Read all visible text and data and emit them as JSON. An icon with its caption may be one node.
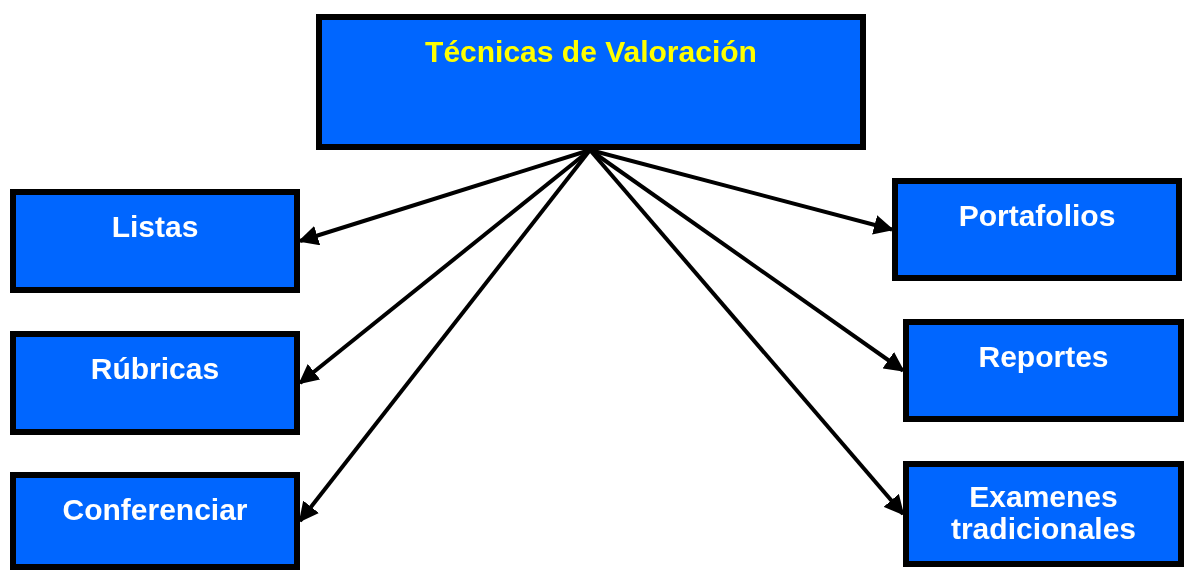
{
  "diagram": {
    "nodes": [
      {
        "text": [
          "Técnicas de Valoración"
        ]
      },
      {
        "text": [
          "Listas"
        ]
      },
      {
        "text": [
          "Rúbricas"
        ]
      },
      {
        "text": [
          "Conferenciar"
        ]
      },
      {
        "text": [
          "Portafolios"
        ]
      },
      {
        "text": [
          "Reportes"
        ]
      },
      {
        "text": [
          "Examenes tradicionales"
        ]
      }
    ],
    "edges": [
      {
        "from": 0,
        "to": 1,
        "arrow": "to"
      },
      {
        "from": 0,
        "to": 2,
        "arrow": "to"
      },
      {
        "from": 0,
        "to": 3,
        "arrow": "to"
      },
      {
        "from": 0,
        "to": 4,
        "arrow": "to"
      },
      {
        "from": 0,
        "to": 5,
        "arrow": "to"
      },
      {
        "from": 0,
        "to": 6,
        "arrow": "to"
      }
    ]
  }
}
